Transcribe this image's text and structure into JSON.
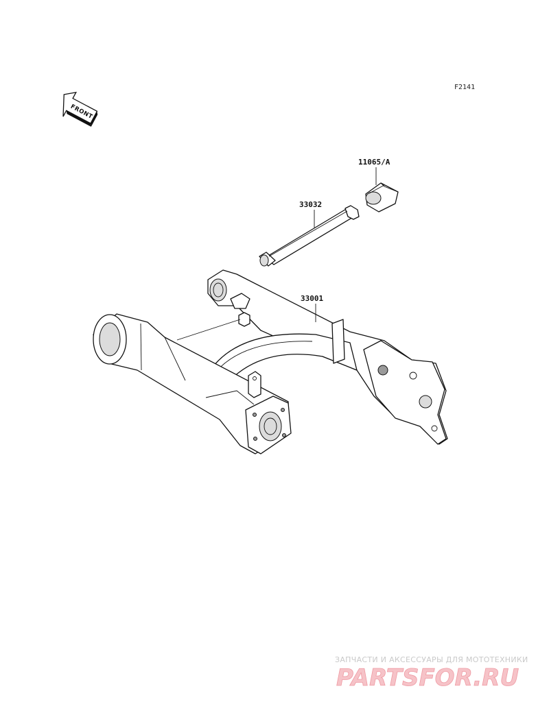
{
  "figure_id": "F2141",
  "front_indicator": "FRONT",
  "callouts": [
    {
      "id": "part-11065-a",
      "label": "11065/A"
    },
    {
      "id": "part-33032",
      "label": "33032"
    },
    {
      "id": "part-33001",
      "label": "33001"
    }
  ],
  "watermark": {
    "subtitle": "ЗАПЧАСТИ И АКСЕССУАРЫ ДЛЯ МОТОТЕХНИКИ",
    "brand": "PARTSFOR.RU",
    "brand_color": "#ef9aa3"
  }
}
